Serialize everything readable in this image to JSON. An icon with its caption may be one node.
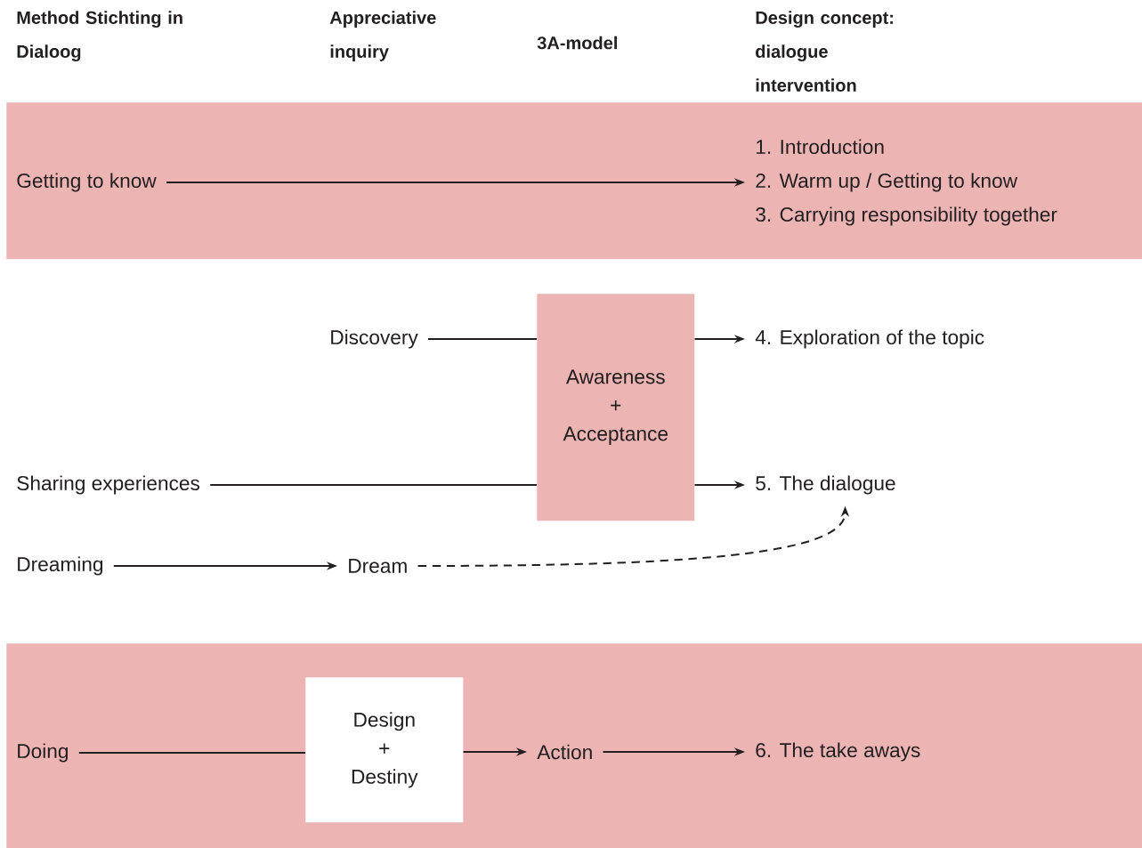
{
  "diagram": {
    "nodes": [
      {
        "text": [],
        "shape": "box"
      },
      {
        "text": [
          "Getting to know"
        ],
        "in": 0
      },
      {
        "text": [
          "1. Introduction",
          "2. Warm up / Getting to know",
          "3. Carrying responsibility together"
        ],
        "in": 0
      },
      {
        "text": [
          "Discovery"
        ]
      },
      {
        "text": [
          "Awareness + Acceptance"
        ]
      },
      {
        "text": [
          "4. Exploration of the topic"
        ]
      },
      {
        "text": [
          "Sharing experiences"
        ]
      },
      {
        "text": [
          "5. The dialogue"
        ]
      },
      {
        "text": [
          "Dreaming"
        ]
      },
      {
        "text": [
          "Dream"
        ]
      },
      {
        "text": [],
        "shape": "box"
      },
      {
        "text": [
          "Doing"
        ],
        "in": 10
      },
      {
        "text": [
          "Design + Destiny"
        ],
        "in": 10
      },
      {
        "text": [
          "Action"
        ],
        "in": 10
      },
      {
        "text": [
          "6. The take aways"
        ],
        "in": 10
      }
    ],
    "edges": [
      {
        "from": 1,
        "to": 2,
        "arrow": "to"
      },
      {
        "from": 3,
        "to": 4,
        "arrow": "none"
      },
      {
        "from": 4,
        "to": 5,
        "arrow": "to"
      },
      {
        "from": 6,
        "to": 4,
        "arrow": "none"
      },
      {
        "from": 4,
        "to": 7,
        "arrow": "to"
      },
      {
        "from": 8,
        "to": 9,
        "arrow": "to"
      },
      {
        "from": 9,
        "to": 7,
        "arrow": "to",
        "style": "dashed"
      },
      {
        "from": 11,
        "to": 12,
        "arrow": "none"
      },
      {
        "from": 12,
        "to": 13,
        "arrow": "to"
      },
      {
        "from": 13,
        "to": 14,
        "arrow": "to"
      }
    ],
    "labels": [
      "Method Stichting in Dialoog",
      "Appreciative inquiry",
      "3A-model",
      "Design concept: dialogue intervention"
    ]
  }
}
